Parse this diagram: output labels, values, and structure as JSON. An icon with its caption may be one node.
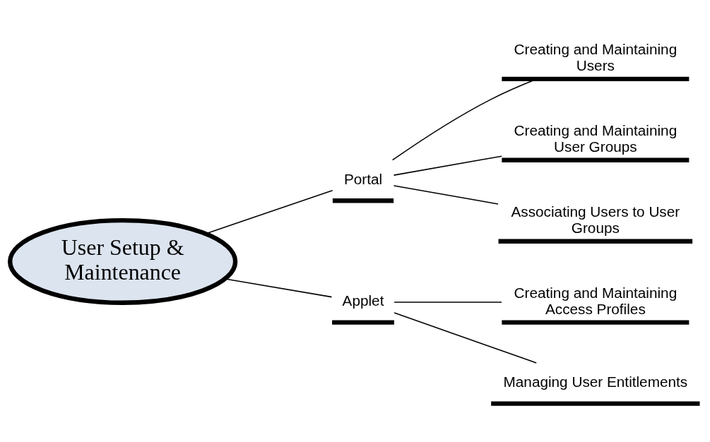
{
  "diagram": {
    "nodes": [
      {
        "text": [
          "User Setup & Maintenance"
        ]
      },
      {
        "text": [
          "Portal"
        ]
      },
      {
        "text": [
          "Creating and Maintaining Users"
        ]
      },
      {
        "text": [
          "Creating and Maintaining User Groups"
        ]
      },
      {
        "text": [
          "Associating Users to User Groups"
        ]
      },
      {
        "text": [
          "Applet"
        ]
      },
      {
        "text": [
          "Creating and Maintaining Access Profiles"
        ]
      },
      {
        "text": [
          "Managing User Entitlements"
        ]
      }
    ],
    "edges": [
      {
        "from": 0,
        "to": 1,
        "arrow": "none"
      },
      {
        "from": 0,
        "to": 5,
        "arrow": "none"
      },
      {
        "from": 1,
        "to": 2,
        "arrow": "none"
      },
      {
        "from": 1,
        "to": 3,
        "arrow": "none"
      },
      {
        "from": 1,
        "to": 4,
        "arrow": "none"
      },
      {
        "from": 5,
        "to": 6,
        "arrow": "none"
      },
      {
        "from": 5,
        "to": 7,
        "arrow": "none"
      }
    ]
  }
}
